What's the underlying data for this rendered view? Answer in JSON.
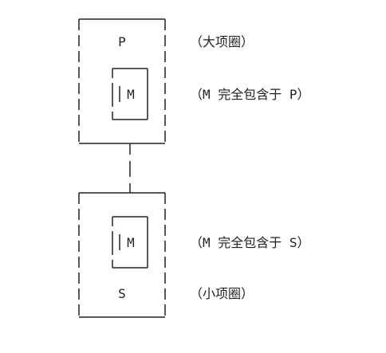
{
  "diagram": {
    "outer_top_box": {
      "label": "P",
      "note": "（大项圈）"
    },
    "inner_top_box": {
      "label": "M",
      "note": "（M 完全包含于 P）"
    },
    "outer_bottom_box": {
      "label": "S",
      "note": "（小项圈）"
    },
    "inner_bottom_box": {
      "label": "M",
      "note": "（M 完全包含于 S）"
    }
  },
  "colors": {
    "stroke": "#222222",
    "text": "#222222",
    "background": "#ffffff"
  }
}
